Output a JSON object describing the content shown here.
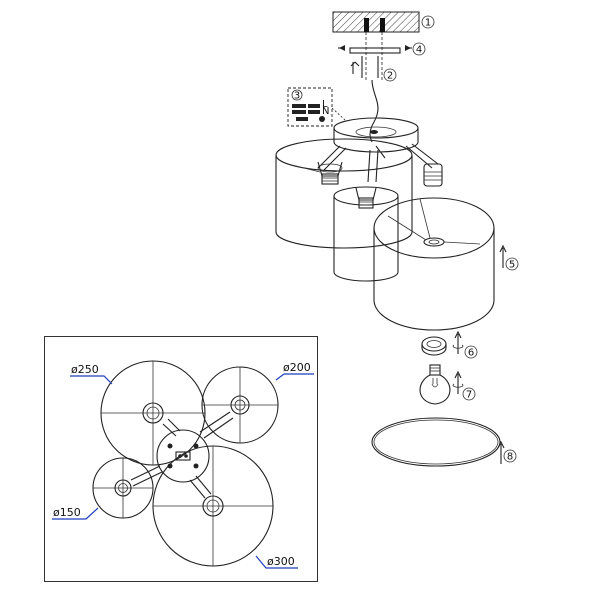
{
  "steps": [
    "1",
    "2",
    "3",
    "4",
    "5",
    "6",
    "7",
    "8"
  ],
  "dimensions": {
    "d250": "ø250",
    "d200": "ø200",
    "d150": "ø150",
    "d300": "ø300"
  },
  "wiring": {
    "label_L": "L",
    "label_N": "N"
  },
  "colors": {
    "line": "#222222",
    "dim_line": "#1f3fbf"
  }
}
